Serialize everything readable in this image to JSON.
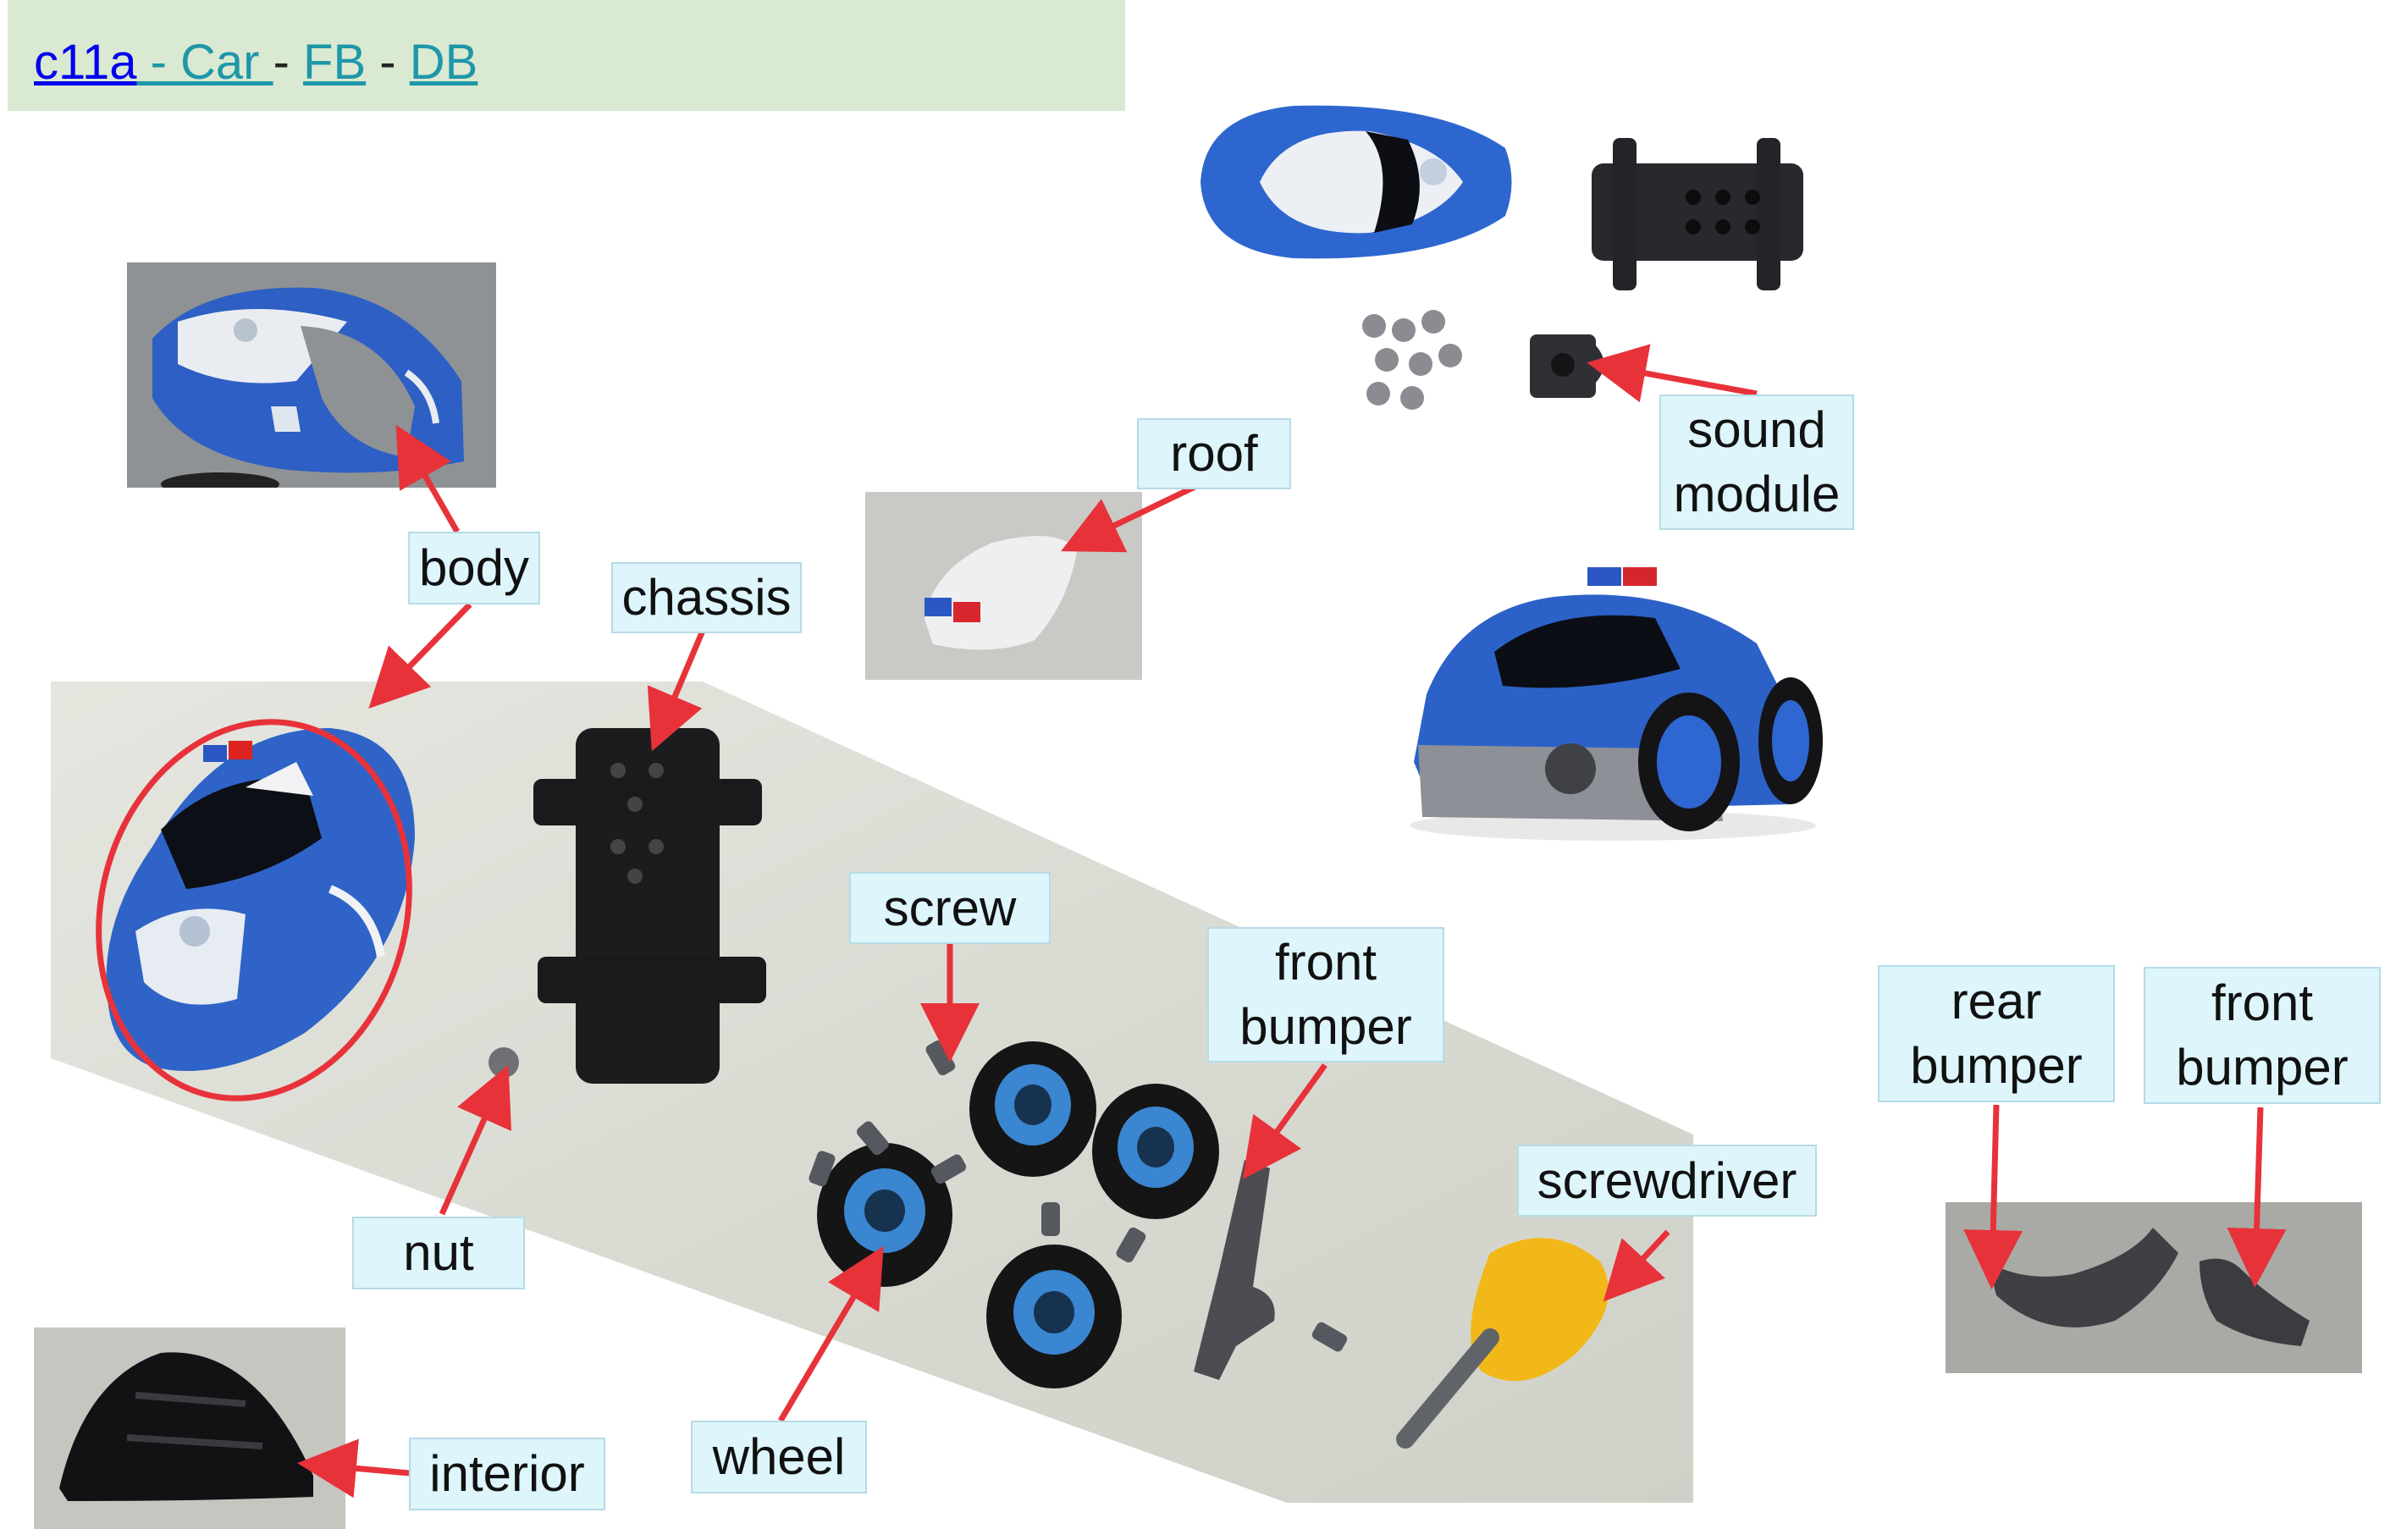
{
  "nav": {
    "code": "c11a",
    "car": " - Car ",
    "sep1": " - ",
    "fb": "FB",
    "sep2": " - ",
    "db": "DB"
  },
  "labels": {
    "body": "body",
    "chassis": "chassis",
    "roof": "roof",
    "sound_module_line1": "sound",
    "sound_module_line2": "module",
    "screw": "screw",
    "front_bumper_line1": "front",
    "front_bumper_line2": "bumper",
    "rear_bumper_line1": "rear",
    "rear_bumper_line2": "bumper",
    "front_bumper2_line1": "front",
    "front_bumper2_line2": "bumper",
    "screwdriver": "screwdriver",
    "nut": "nut",
    "wheel": "wheel",
    "interior": "interior"
  },
  "colors": {
    "arrow": "#e8323a",
    "label_bg": "#ddf5fb",
    "header_bg": "#dae9d2",
    "toy_blue": "#2c62c8"
  }
}
